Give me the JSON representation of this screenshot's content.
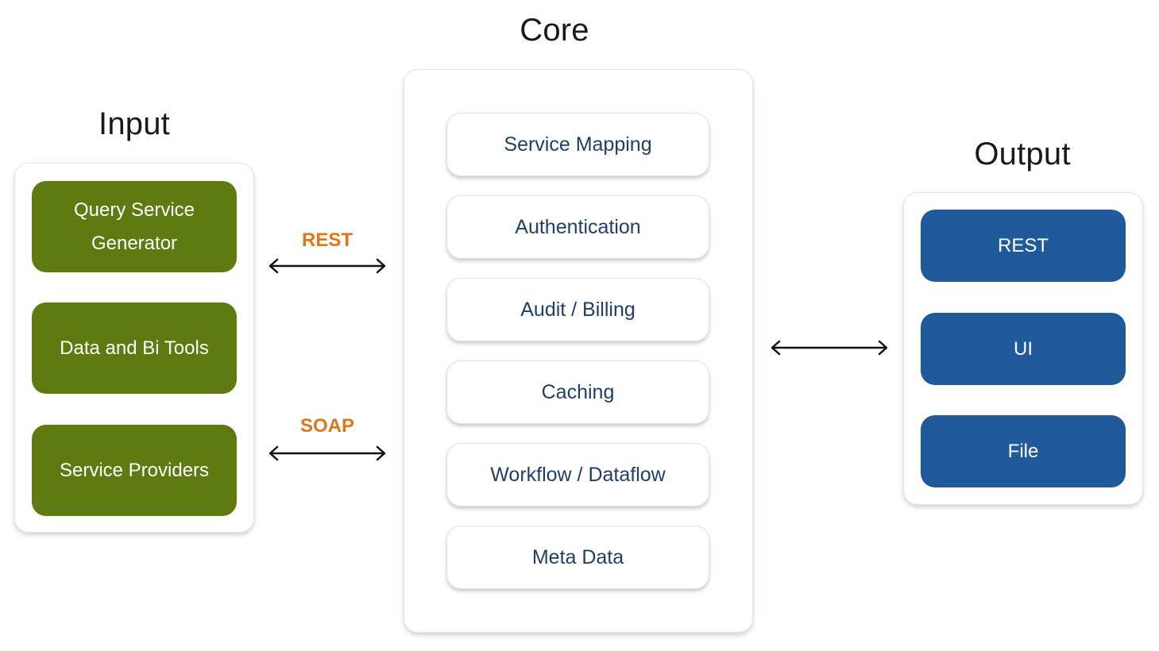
{
  "input": {
    "title": "Input",
    "items": [
      {
        "label": "Query Service Generator"
      },
      {
        "label": "Data and Bi Tools"
      },
      {
        "label": "Service Providers"
      }
    ],
    "color": "#5e7a10"
  },
  "connectors": {
    "input_core": [
      {
        "label": "REST",
        "direction": "bidirectional"
      },
      {
        "label": "SOAP",
        "direction": "bidirectional"
      }
    ],
    "core_output": {
      "label": "",
      "direction": "bidirectional"
    },
    "label_color": "#e07519"
  },
  "core": {
    "title": "Core",
    "items": [
      {
        "label": "Service Mapping"
      },
      {
        "label": "Authentication"
      },
      {
        "label": "Audit / Billing"
      },
      {
        "label": "Caching"
      },
      {
        "label": "Workflow / Dataflow"
      },
      {
        "label": "Meta Data"
      }
    ],
    "text_color": "#1f3f66"
  },
  "output": {
    "title": "Output",
    "items": [
      {
        "label": "REST"
      },
      {
        "label": "UI"
      },
      {
        "label": "File"
      }
    ],
    "color": "#205a9a"
  }
}
